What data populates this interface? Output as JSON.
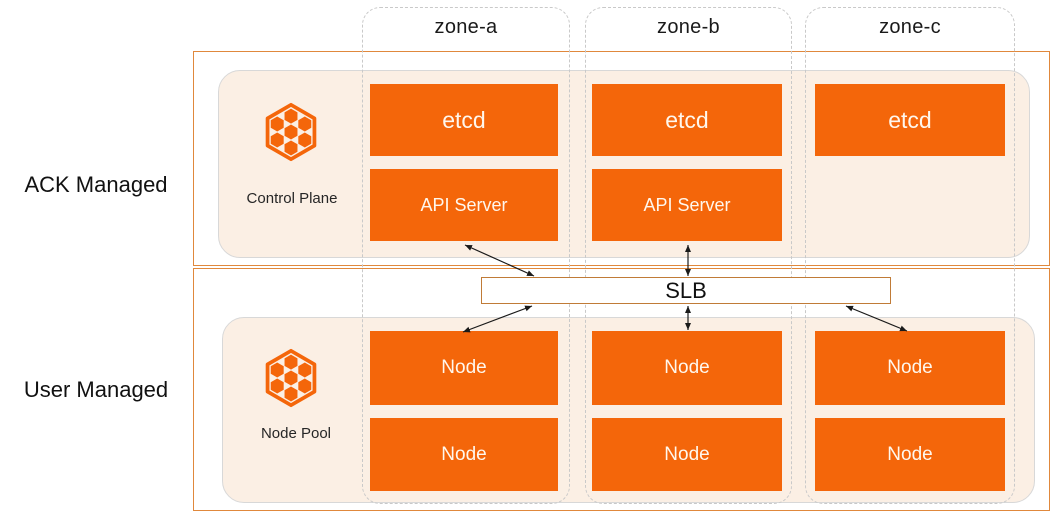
{
  "side_labels": {
    "ack_managed": "ACK Managed",
    "user_managed": "User Managed"
  },
  "zones": [
    {
      "label": "zone-a"
    },
    {
      "label": "zone-b"
    },
    {
      "label": "zone-c"
    }
  ],
  "control_plane": {
    "label": "Control Plane",
    "icon": "container-service-hexagon-icon"
  },
  "node_pool": {
    "label": "Node Pool",
    "icon": "container-service-hexagon-icon"
  },
  "components": {
    "etcd": [
      "etcd",
      "etcd",
      "etcd"
    ],
    "api_server": [
      "API Server",
      "API Server"
    ],
    "slb": "SLB",
    "nodes": [
      [
        "Node",
        "Node",
        "Node"
      ],
      [
        "Node",
        "Node",
        "Node"
      ]
    ]
  },
  "colors": {
    "component_orange": "#F4660A",
    "panel_fill": "#FBEFE4",
    "section_border": "#E0883C",
    "slb_border": "#C07B37",
    "zone_dash_border": "#C9C9C9",
    "panel_border": "#D8D8D8",
    "text_dark": "#1A1A1A",
    "text_on_orange": "#FFF7ED"
  }
}
